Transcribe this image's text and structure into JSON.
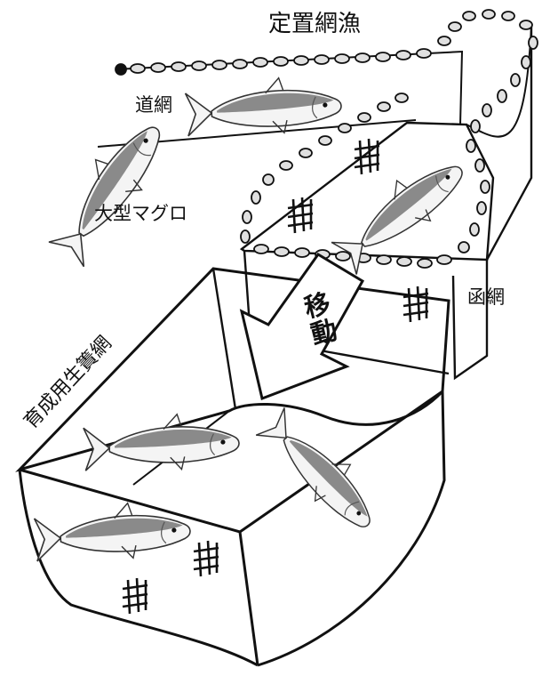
{
  "labels": {
    "title": "定置網漁",
    "michi_ami": "道網",
    "large_tuna": "大型マグロ",
    "hako_ami": "函網",
    "pen_net": "育成用生簀網",
    "move": "移動"
  },
  "colors": {
    "line": "#111111",
    "fish_back": "#8a8a8a",
    "fish_belly": "#f4f4f4",
    "float": "#e0e0e0"
  },
  "icons": {
    "fish": "tuna-icon",
    "net": "net-mesh-icon",
    "arrow": "move-arrow-icon"
  }
}
